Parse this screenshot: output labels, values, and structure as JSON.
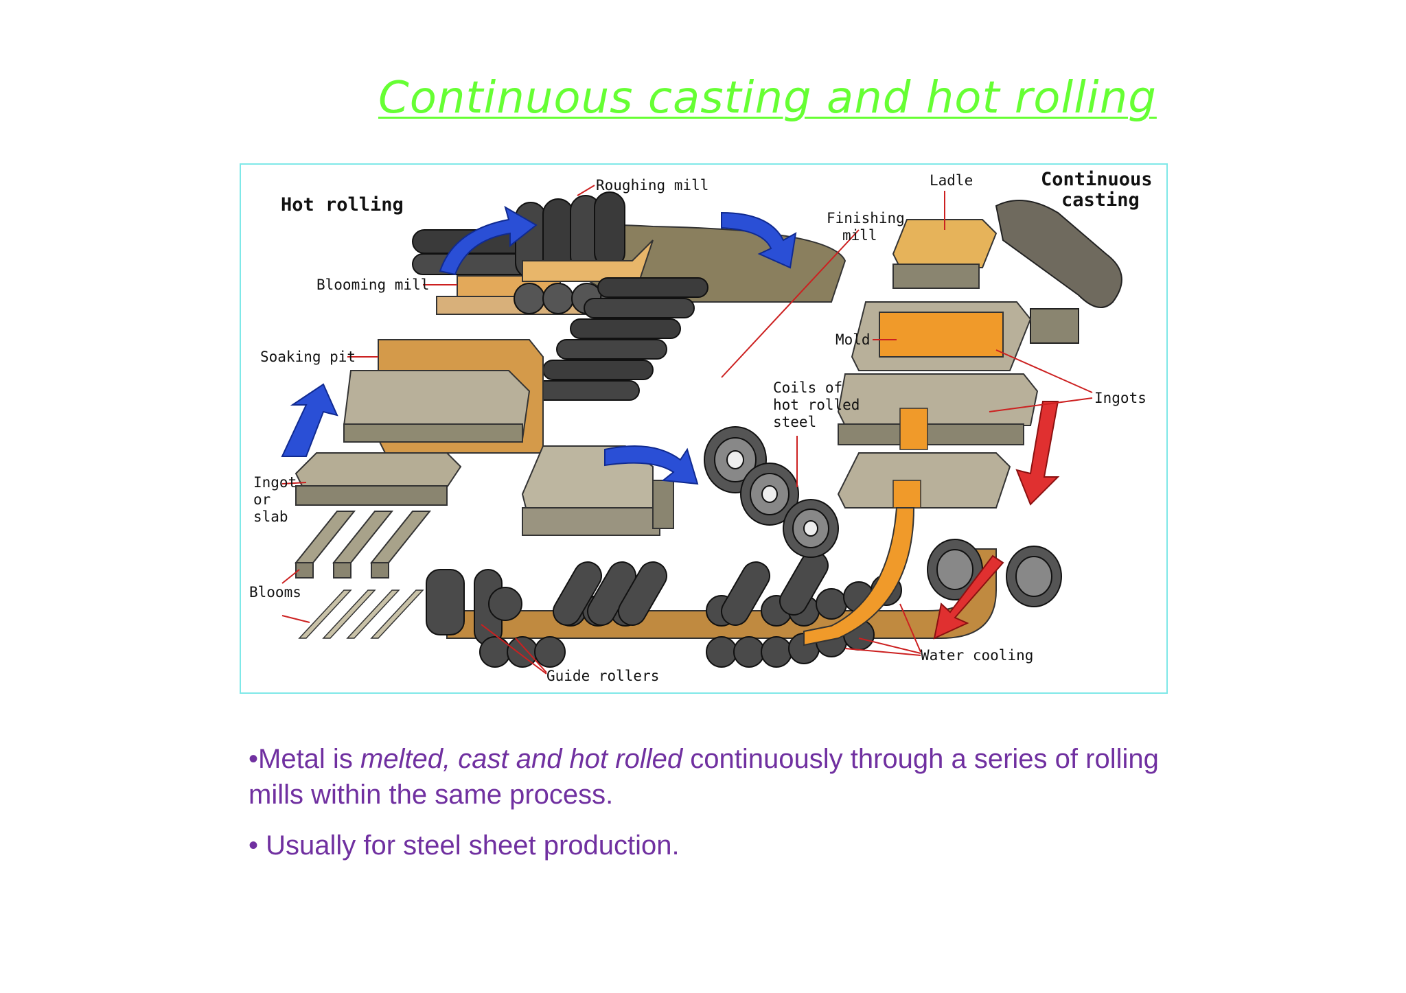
{
  "title": "Continuous casting and hot rolling",
  "diagram": {
    "labels": {
      "hot_rolling": "Hot rolling",
      "continuous": "Continuous",
      "casting": "casting",
      "roughing_mill": "Roughing mill",
      "finishing_1": "Finishing",
      "finishing_2": "mill",
      "ladle": "Ladle",
      "blooming_mill": "Blooming mill",
      "soaking_pit": "Soaking pit",
      "mold": "Mold",
      "coils_1": "Coils of",
      "coils_2": "hot rolled",
      "coils_3": "steel",
      "ingots": "Ingots",
      "ingot_1": "Ingot",
      "ingot_2": "or",
      "ingot_3": "slab",
      "blooms": "Blooms",
      "water_cooling": "Water cooling",
      "guide_rollers": "Guide rollers"
    }
  },
  "bullets": {
    "b1_pre": "•Metal is ",
    "b1_em": "melted, cast and hot rolled",
    "b1_post": " continuously through a series of rolling mills within the same process.",
    "b2": "• Usually for steel sheet production."
  },
  "colors": {
    "title": "#66ff33",
    "bullet_text": "#7030a0",
    "arrow_blue": "#2a4fd6",
    "arrow_red": "#e03030",
    "hot_steel": "#f09a2a"
  }
}
